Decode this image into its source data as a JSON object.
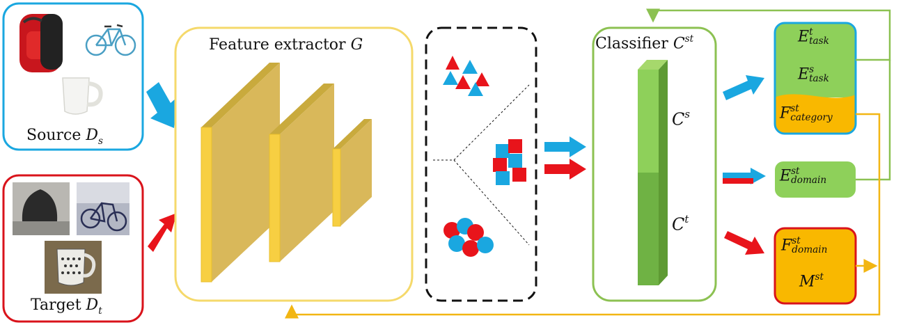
{
  "source": {
    "label_prefix": "Source",
    "symbol": "D",
    "sub": "s"
  },
  "target": {
    "label_prefix": "Target",
    "symbol": "D",
    "sub": "t"
  },
  "feature_extractor": {
    "label": "Feature extractor",
    "symbol": "G"
  },
  "classifier": {
    "label": "Classifier",
    "symbol": "C",
    "sup": "st"
  },
  "classifier_parts": {
    "upper": {
      "symbol": "C",
      "sup": "s"
    },
    "lower": {
      "symbol": "C",
      "sup": "t"
    }
  },
  "losses": {
    "e_task_t": {
      "symbol": "E",
      "sup": "t",
      "sub": "task"
    },
    "e_task_s": {
      "symbol": "E",
      "sup": "s",
      "sub": "task"
    },
    "f_category": {
      "symbol": "F",
      "sup": "st",
      "sub": "category"
    },
    "e_domain": {
      "symbol": "E",
      "sup": "st",
      "sub": "domain"
    },
    "f_domain": {
      "symbol": "F",
      "sup": "st",
      "sub": "domain"
    },
    "m": {
      "symbol": "M",
      "sup": "st"
    }
  },
  "colors": {
    "source": "#1aa7e0",
    "target": "#e8141b",
    "feature_box": "#f5d96b",
    "feature_block": "#f2cf4a",
    "classifier_box": "#8cc152",
    "green_fill": "#8ed05a",
    "orange_fill": "#f9b800",
    "feedback_green": "#8cc152",
    "feedback_orange": "#f2b613"
  },
  "icons": [
    "backpack-icon",
    "bicycle-icon",
    "mug-icon"
  ]
}
